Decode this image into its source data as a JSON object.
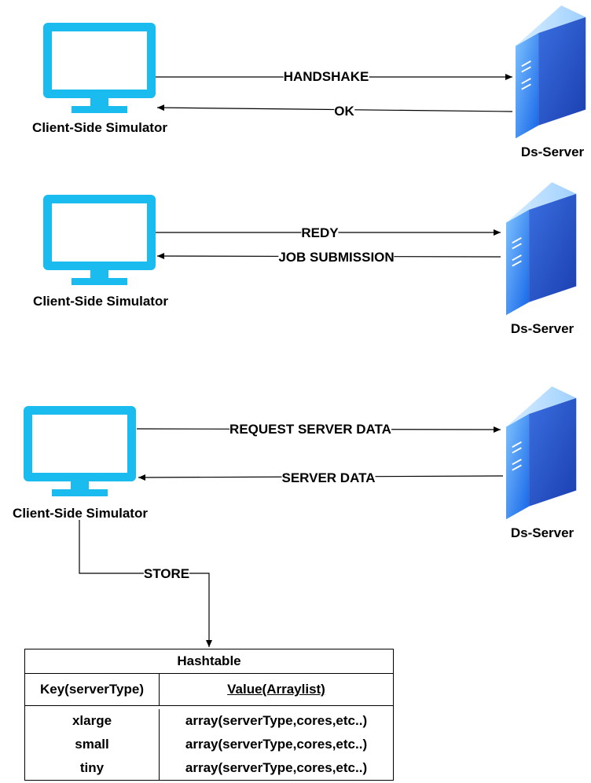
{
  "client_label": "Client-Side Simulator",
  "server_label": "Ds-Server",
  "colors": {
    "monitor": "#1ABCF0",
    "server_light": "#6FB6FF",
    "server_dark": "#1F4FD8",
    "line": "#000000"
  },
  "icons": {
    "client": "monitor-icon",
    "server": "server-tower-icon"
  },
  "exchanges": [
    {
      "request": "HANDSHAKE",
      "response": "OK"
    },
    {
      "request": "REDY",
      "response": "JOB SUBMISSION"
    },
    {
      "request": "REQUEST SERVER DATA",
      "response": "SERVER DATA"
    }
  ],
  "store_label": "STORE",
  "hashtable": {
    "title": "Hashtable",
    "key_header": "Key(serverType)",
    "value_header": "Value(Arraylist)",
    "rows": [
      {
        "key": "xlarge",
        "value": "array(serverType,cores,etc..)"
      },
      {
        "key": "small",
        "value": "array(serverType,cores,etc..)"
      },
      {
        "key": "tiny",
        "value": "array(serverType,cores,etc..)"
      }
    ]
  }
}
